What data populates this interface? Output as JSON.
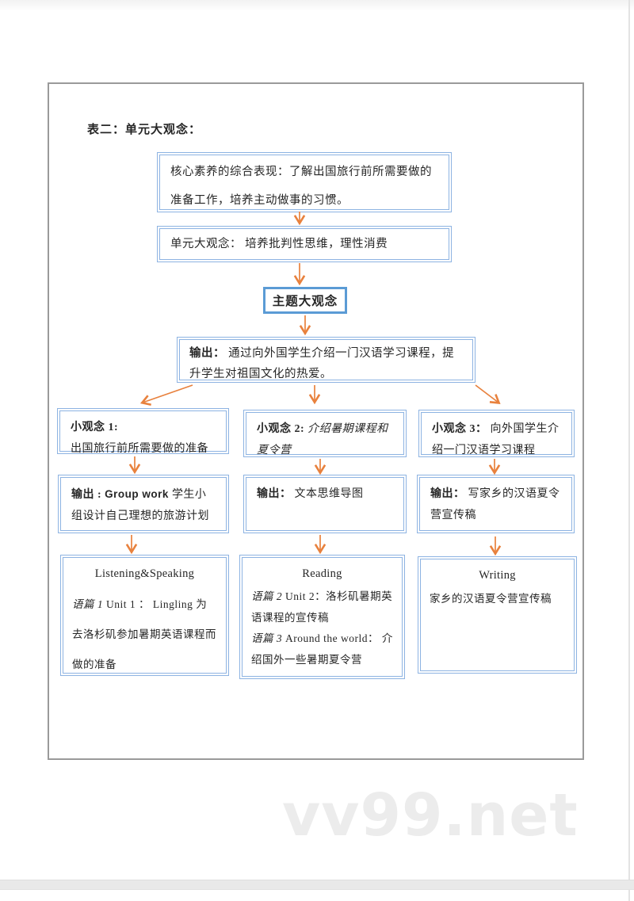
{
  "page": {
    "title": "表二：单元大观念：",
    "watermark": "vv99.net",
    "colors": {
      "box_border": "#8db3e2",
      "theme_border": "#5b9bd5",
      "arrow": "#e8813d",
      "frame_border": "#9a9a9a",
      "text": "#262626",
      "watermark": "#ececec"
    }
  },
  "diagram": {
    "core_box": {
      "text": "核心素养的综合表现：了解出国旅行前所需要做的准备工作，培养主动做事的习惯。"
    },
    "unit_box": {
      "text": "单元大观念： 培养批判性思维，理性消费"
    },
    "theme_box": {
      "text": "主题大观念"
    },
    "main_output": {
      "label": "输出：",
      "text": "通过向外国学生介绍一门汉语学习课程，提升学生对祖国文化的热爱。"
    },
    "columns": [
      {
        "concept": {
          "label": "小观念 1:",
          "text": "出国旅行前所需要做的准备"
        },
        "output": {
          "label": "输出 :",
          "en": "Group work",
          "text": "学生小组设计自己理想的旅游计划"
        },
        "skill": {
          "heading": "Listening&Speaking",
          "lines": [
            {
              "tag": "语篇 1",
              "text": "Unit 1 ： Lingling 为去洛杉矶参加暑期英语课程而做的准备"
            }
          ]
        }
      },
      {
        "concept": {
          "label": "小观念 2:",
          "text": "介绍暑期课程和夏令营"
        },
        "output": {
          "label": "输出：",
          "text": "文本思维导图"
        },
        "skill": {
          "heading": "Reading",
          "lines": [
            {
              "tag": "语篇 2",
              "text": "Unit 2：洛杉矶暑期英语课程的宣传稿"
            },
            {
              "tag": "语篇 3",
              "text": "Around the world： 介绍国外一些暑期夏令营"
            }
          ]
        }
      },
      {
        "concept": {
          "label": "小观念 3：",
          "text": "向外国学生介绍一门汉语学习课程"
        },
        "output": {
          "label": "输出：",
          "text": "写家乡的汉语夏令营宣传稿"
        },
        "skill": {
          "heading": "Writing",
          "lines": [
            {
              "tag": "",
              "text": "家乡的汉语夏令营宣传稿"
            }
          ]
        }
      }
    ]
  }
}
